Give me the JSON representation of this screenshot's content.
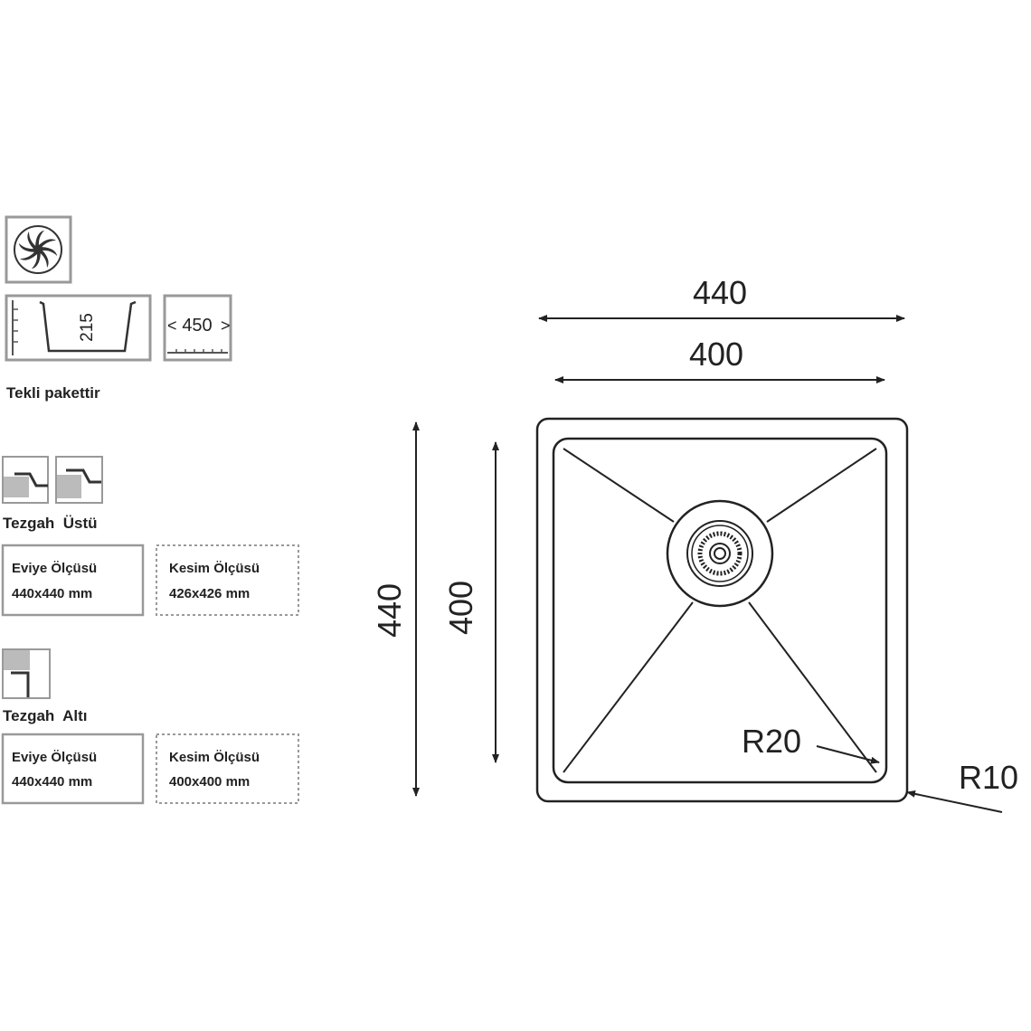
{
  "icons": {
    "depth_value": "215",
    "width_value": "450",
    "packaging_note": "Tekli pakettir"
  },
  "top_mount": {
    "label": "Tezgah  Üstü",
    "sink_size_title": "Eviye Ölçüsü",
    "sink_size_value": "440x440 mm",
    "cutout_title": "Kesim Ölçüsü",
    "cutout_value": "426x426 mm"
  },
  "under_mount": {
    "label": "Tezgah  Altı",
    "sink_size_title": "Eviye Ölçüsü",
    "sink_size_value": "440x440 mm",
    "cutout_title": "Kesim Ölçüsü",
    "cutout_value": "400x400 mm"
  },
  "drawing": {
    "outer_width": "440",
    "inner_width": "400",
    "outer_height": "440",
    "inner_height": "400",
    "inner_radius": "R20",
    "outer_radius": "R10"
  }
}
